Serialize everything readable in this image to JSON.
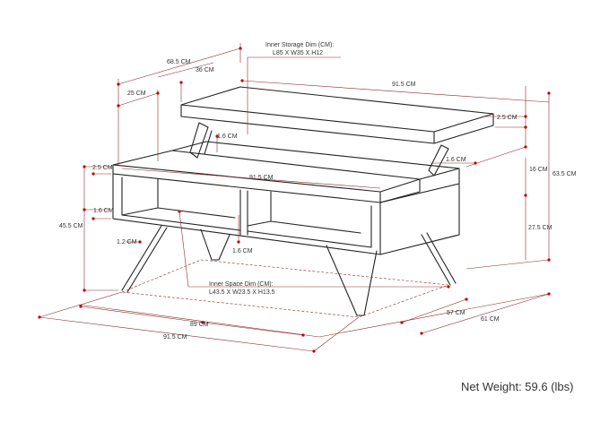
{
  "colors": {
    "outline": "#222222",
    "dimension_line": "#8b2a2a",
    "endpoint": "#c00000",
    "text": "#333333"
  },
  "inner_storage": {
    "label": "Inner Storage Dim (CM):",
    "value": "L85 X W35 X H12"
  },
  "inner_space": {
    "label": "Inner Space Dim (CM):",
    "value": "L43.5 X W23.5 X H13.5"
  },
  "dims": {
    "d68_5": "68.5 CM",
    "d36": "36 CM",
    "d25": "25 CM",
    "d91_5_top": "91.5 CM",
    "d2_5_right": "2.5 CM",
    "d1_6_top": "1.6 CM",
    "d1_6_right": "1.6 CM",
    "d16_right": "16 CM",
    "d63_5": "63.5 CM",
    "d2_5_left": "2.5 CM",
    "d91_5_mid": "91.5 CM",
    "d1_6_left": "1.6 CM",
    "d45_5": "45.5 CM",
    "d27_5": "27.5 CM",
    "d1_2": "1.2 CM",
    "d1_6_mid": "1.6 CM",
    "d57": "57 CM",
    "d61": "61 CM",
    "d89": "89 CM",
    "d91_5_bottom": "91.5 CM"
  },
  "net_weight": "Net Weight: 59.6 (lbs)"
}
